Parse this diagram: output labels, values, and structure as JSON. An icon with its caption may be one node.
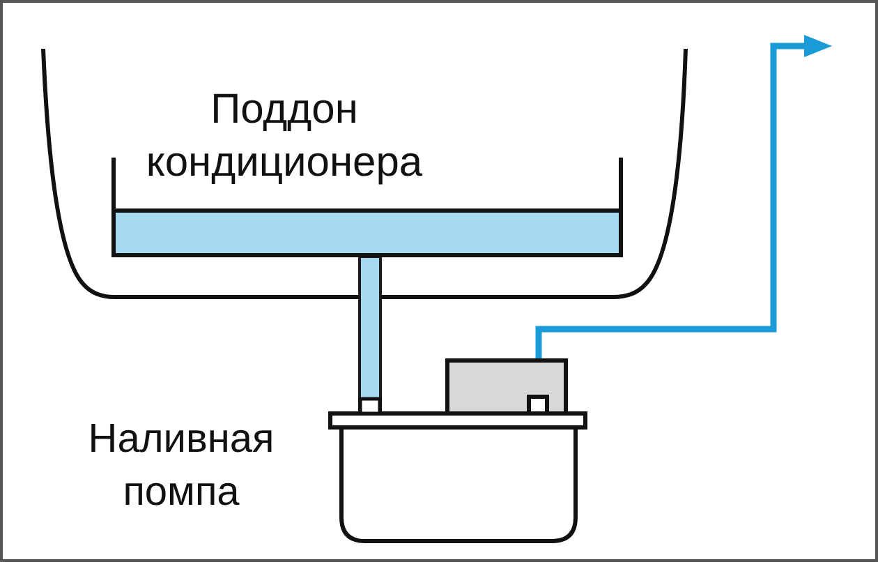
{
  "diagram": {
    "nodes": [
      {
        "text": [
          "Поддон кондиционера"
        ]
      },
      {
        "text": [
          "Наливная помпа"
        ]
      }
    ],
    "edges": [
      {
        "from": 0,
        "to": 1,
        "arrow": "none",
        "style": "thick",
        "color": "#a6d8f0"
      },
      {
        "from": 1,
        "to": null,
        "arrow": "to",
        "color": "#1a9bd7"
      }
    ]
  }
}
